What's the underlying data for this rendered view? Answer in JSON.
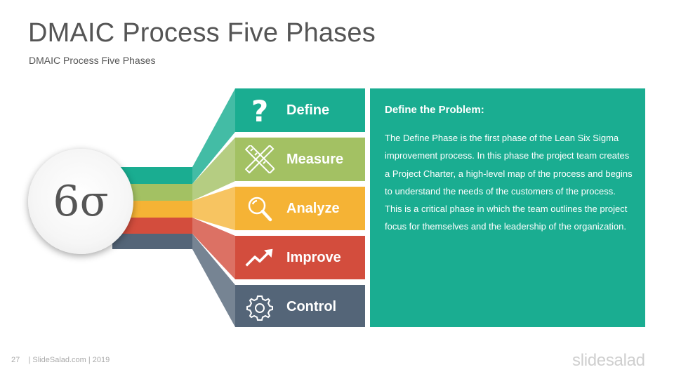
{
  "slide": {
    "title": "DMAIC Process Five Phases",
    "subtitle": "DMAIC Process Five Phases",
    "sigma_symbol": "6σ"
  },
  "phases": [
    {
      "label": "Define",
      "color": "#1aad91",
      "icon": "question-icon"
    },
    {
      "label": "Measure",
      "color": "#a3c163",
      "icon": "pencil-ruler-icon"
    },
    {
      "label": "Analyze",
      "color": "#f5b335",
      "icon": "magnifier-icon"
    },
    {
      "label": "Improve",
      "color": "#d34d3d",
      "icon": "trend-up-icon"
    },
    {
      "label": "Control",
      "color": "#546578",
      "icon": "gear-icon"
    }
  ],
  "detail": {
    "heading": "Define the Problem:",
    "body": "The Define Phase is the first phase of the Lean Six Sigma improvement process. In this phase the project team creates a Project Charter, a high-level map of the process and begins to understand the needs of the customers of the process. This is a critical phase in which the team outlines the project focus for themselves and the leadership of the organization."
  },
  "footer": {
    "page_number": "27",
    "credit": "| SlideSalad.com | 2019",
    "brand": "slidesalad"
  }
}
